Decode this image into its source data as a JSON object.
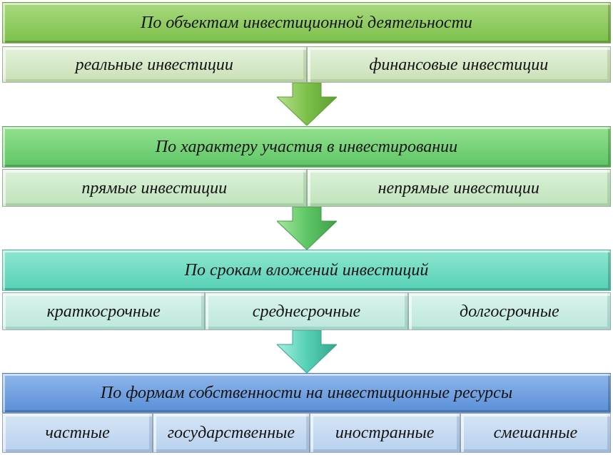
{
  "sections": [
    {
      "header": "По объектам инвестиционной деятельности",
      "items": [
        "реальные инвестиции",
        "финансовые инвестиции"
      ]
    },
    {
      "header": "По характеру участия в инвестировании",
      "items": [
        "прямые инвестиции",
        "непрямые инвестиции"
      ]
    },
    {
      "header": "По срокам вложений  инвестиций",
      "items": [
        "краткосрочные",
        "среднесрочные",
        "долгосрочные"
      ]
    },
    {
      "header": "По формам собственности на инвестиционные ресурсы",
      "items": [
        "частные",
        "государственные",
        "иностранные",
        "смешанные"
      ]
    }
  ],
  "colors": {
    "arrow_green": "#7cc04a",
    "arrow_teal": "#55d1b5"
  }
}
